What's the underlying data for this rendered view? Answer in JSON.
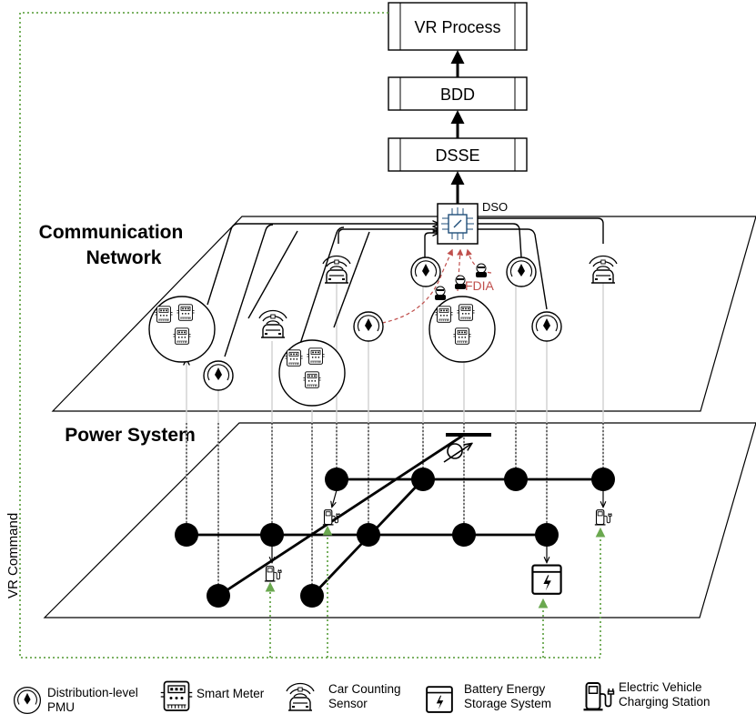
{
  "blocks": {
    "vr_process": "VR Process",
    "bdd": "BDD",
    "dsse": "DSSE"
  },
  "dso_label": "DSO",
  "fdia_label": "FDIA",
  "layers": {
    "communication": [
      "Communication",
      "Network"
    ],
    "power": "Power System"
  },
  "vr_command": "VR Command",
  "legend": [
    {
      "icon": "pmu-icon",
      "lines": [
        "Distribution-level",
        "PMU"
      ]
    },
    {
      "icon": "smart-meter-icon",
      "lines": [
        "Smart Meter"
      ]
    },
    {
      "icon": "car-counting-sensor-icon",
      "lines": [
        "Car Counting",
        "Sensor"
      ]
    },
    {
      "icon": "battery-icon",
      "lines": [
        "Battery Energy",
        "Storage System"
      ]
    },
    {
      "icon": "ev-charging-icon",
      "lines": [
        "Electric Vehicle",
        "Charging Station"
      ]
    }
  ],
  "colors": {
    "attack": "#c0504d",
    "vr_command": "#6aa84f",
    "measurement_link": "#d0d0d0"
  }
}
